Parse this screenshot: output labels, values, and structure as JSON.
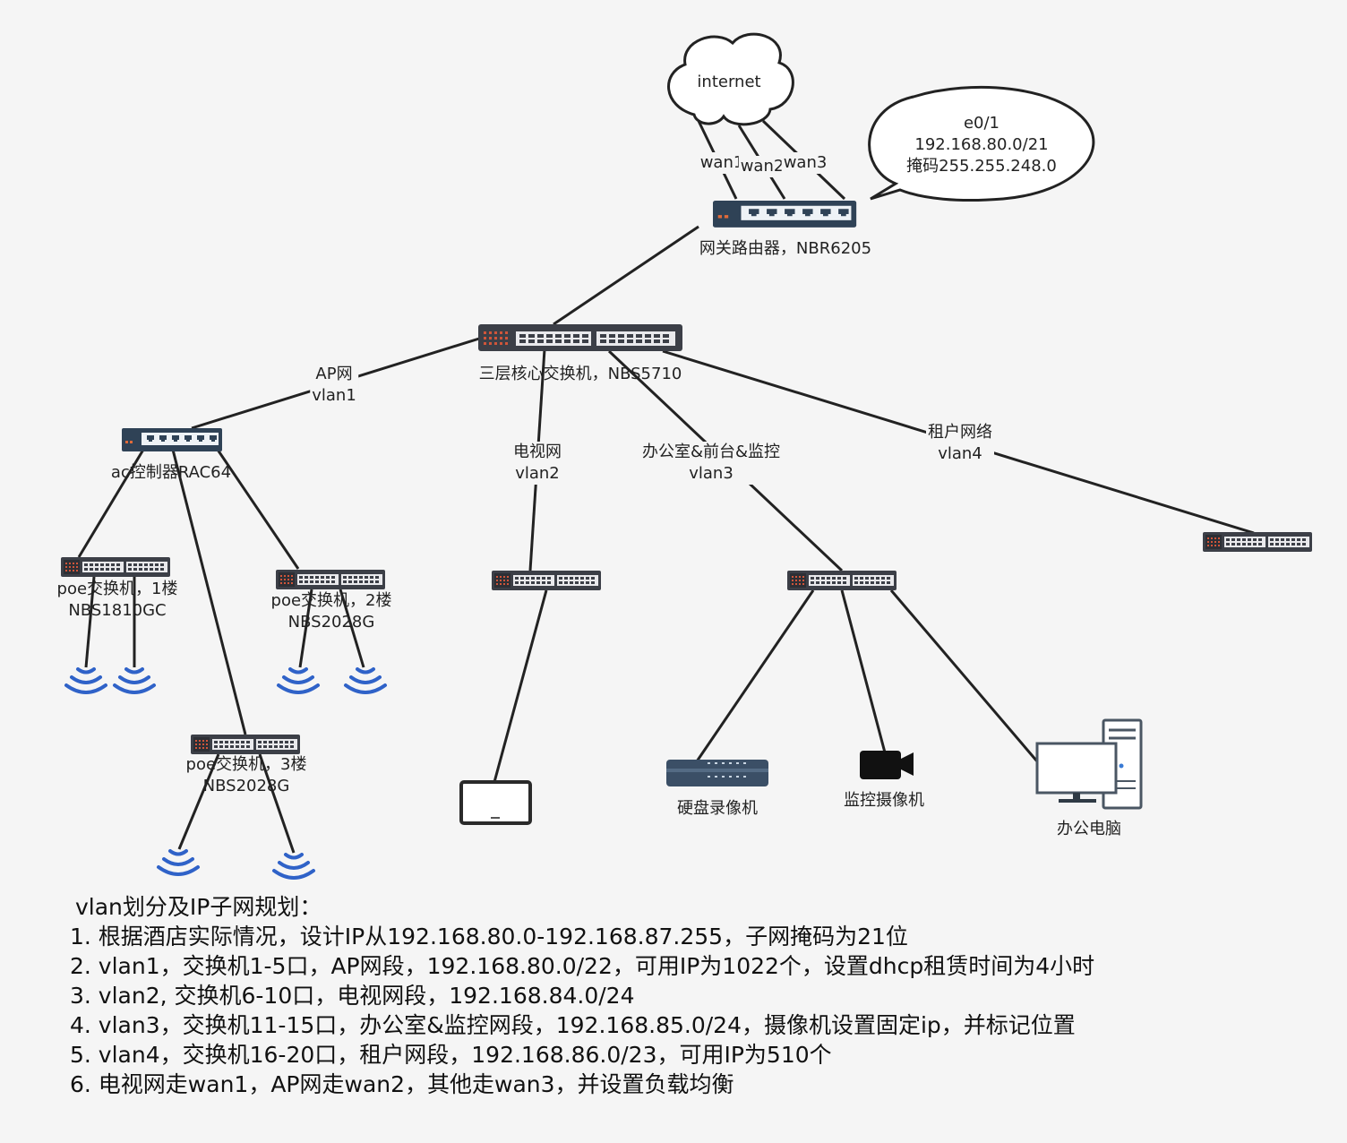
{
  "cloud": {
    "label": "internet"
  },
  "wan_labels": [
    "wan1",
    "wan2",
    "wan3"
  ],
  "callout": {
    "lines": [
      "e0/1",
      "192.168.80.0/21",
      "掩码255.255.248.0"
    ]
  },
  "router": {
    "label": "网关路由器，NBR6205"
  },
  "core_switch": {
    "label": "三层核心交换机，NBS5710"
  },
  "links": {
    "ap": [
      "AP网",
      "vlan1"
    ],
    "tv": [
      "电视网",
      "vlan2"
    ],
    "office": [
      "办公室&前台&监控",
      "vlan3"
    ],
    "tenant": [
      "租户网络",
      "vlan4"
    ]
  },
  "ac_controller": {
    "label": "ac控制器RAC64"
  },
  "poe_1": {
    "lines": [
      "poe交换机，1楼",
      "NBS1810GC"
    ]
  },
  "poe_2": {
    "lines": [
      "poe交换机，2楼",
      "NBS2028G"
    ]
  },
  "poe_3": {
    "lines": [
      "poe交换机，3楼",
      "NBS2028G"
    ]
  },
  "devices": {
    "nvr": "硬盘录像机",
    "camera": "监控摄像机",
    "pc": "办公电脑"
  },
  "notes": {
    "title": "vlan划分及IP子网规划：",
    "items": [
      "1. 根据酒店实际情况，设计IP从192.168.80.0-192.168.87.255，子网掩码为21位",
      "2. vlan1，交换机1-5口，AP网段，192.168.80.0/22，可用IP为1022个，设置dhcp租赁时间为4小时",
      "3. vlan2, 交换机6-10口，电视网段，192.168.84.0/24",
      "4. vlan3，交换机11-15口，办公室&监控网段，192.168.85.0/24，摄像机设置固定ip，并标记位置",
      "5. vlan4，交换机16-20口，租户网段，192.168.86.0/23，可用IP为510个",
      "6. 电视网走wan1，AP网走wan2，其他走wan3，并设置负载均衡"
    ]
  }
}
